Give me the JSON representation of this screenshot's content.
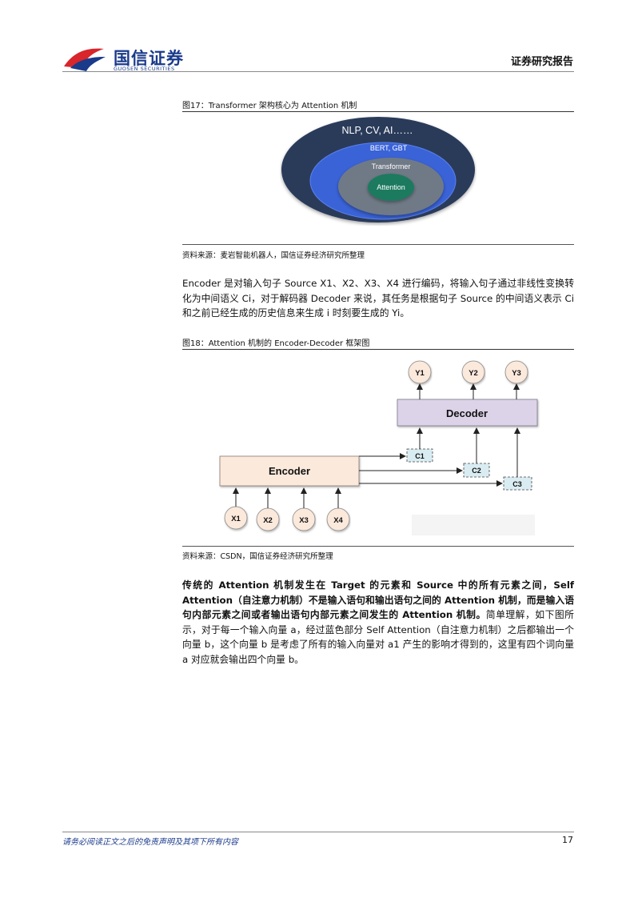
{
  "header": {
    "logo_cn": "国信证券",
    "logo_en": "GUOSEN SECURITIES",
    "report_type": "证券研究报告"
  },
  "figure17": {
    "caption": "图17：Transformer 架构核心为 Attention 机制",
    "layers": [
      "NLP, CV, AI……",
      "BERT, GBT",
      "Transformer",
      "Attention"
    ],
    "source": "资料来源：麦岩智能机器人，国信证券经济研究所整理"
  },
  "paragraph1": "Encoder 是对输入句子 Source X1、X2、X3、X4 进行编码，将输入句子通过非线性变换转化为中间语义 Ci，对于解码器 Decoder 来说，其任务是根据句子 Source 的中间语义表示 Ci 和之前已经生成的历史信息来生成 i 时刻要生成的 Yi。",
  "figure18": {
    "caption": "图18：Attention 机制的 Encoder-Decoder 框架图",
    "encoder_label": "Encoder",
    "decoder_label": "Decoder",
    "inputs": [
      "X1",
      "X2",
      "X3",
      "X4"
    ],
    "outputs": [
      "Y1",
      "Y2",
      "Y3"
    ],
    "contexts": [
      "C1",
      "C2",
      "C3"
    ],
    "source": "资料来源：CSDN，国信证券经济研究所整理"
  },
  "paragraph2": {
    "bold_text": "传统的 Attention 机制发生在 Target 的元素和 Source 中的所有元素之间，Self Attention（自注意力机制）不是输入语句和输出语句之间的 Attention 机制，而是输入语句内部元素之间或者输出语句内部元素之间发生的 Attention 机制。",
    "normal_text": "简单理解，如下图所示，对于每一个输入向量 a，经过蓝色部分 Self Attention（自注意力机制）之后都输出一个向量 b，这个向量 b 是考虑了所有的输入向量对 a1 产生的影响才得到的，这里有四个词向量 a 对应就会输出四个向量 b。"
  },
  "footer": {
    "disclaimer": "请务必阅读正文之后的免责声明及其项下所有内容",
    "page_number": "17"
  },
  "colors": {
    "brand_blue": "#1a3a8a",
    "brand_red": "#d9252c",
    "outer_ellipse": "#2c3a5a",
    "blue_ellipse": "#3a63d8",
    "gray_ellipse": "#6f7a86",
    "green_ellipse": "#1f7a5e",
    "encoder_fill": "#fbe9dc",
    "decoder_fill": "#dcd3e8",
    "context_fill": "#d9ecf2",
    "circle_fill": "#fbe9dc"
  }
}
